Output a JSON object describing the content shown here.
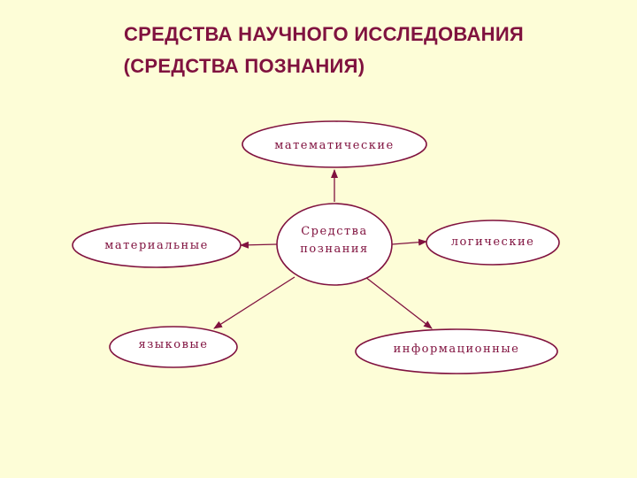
{
  "title": {
    "line1": "СРЕДСТВА НАУЧНОГО ИССЛЕДОВАНИЯ",
    "line2": "(СРЕДСТВА ПОЗНАНИЯ)"
  },
  "diagram": {
    "center": {
      "line1": "Средства",
      "line2": "познания"
    },
    "nodes": {
      "math": "математические",
      "material": "материальные",
      "logical": "логические",
      "language": "языковые",
      "info": "информационные"
    }
  },
  "colors": {
    "background": "#fdfdd7",
    "accent": "#80123f"
  }
}
